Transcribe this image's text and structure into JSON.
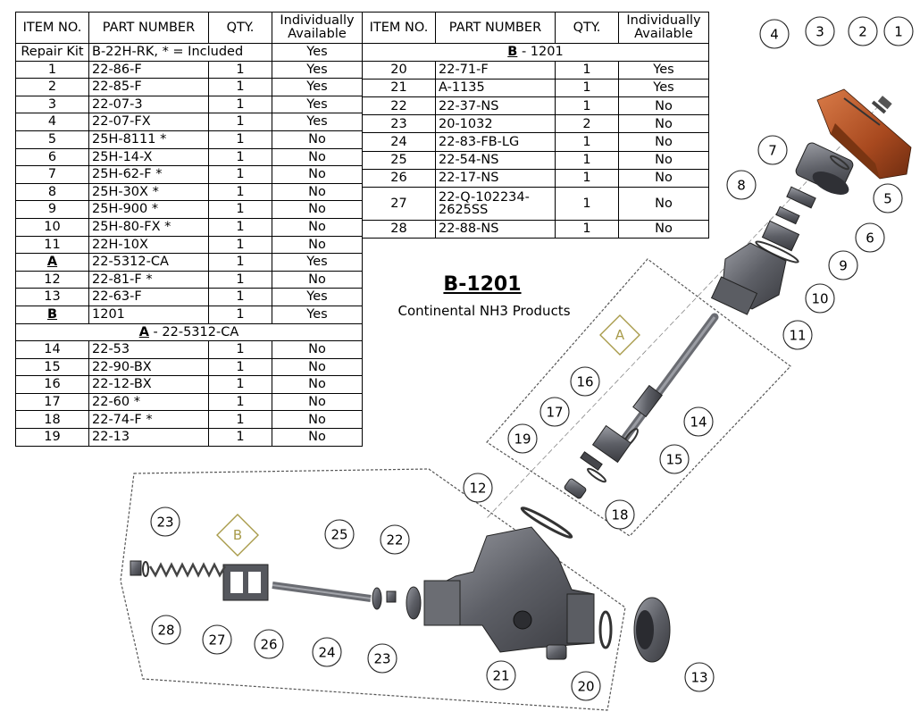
{
  "headers": {
    "item_no": "ITEM NO.",
    "part_number": "PART NUMBER",
    "qty": "QTY.",
    "available": "Individually Available"
  },
  "left_table": {
    "repair_kit": {
      "item": "Repair Kit",
      "part": "B-22H-RK, * = Included",
      "avail": "Yes"
    },
    "rows": [
      {
        "item": "1",
        "part": "22-86-F",
        "qty": "1",
        "avail": "Yes"
      },
      {
        "item": "2",
        "part": "22-85-F",
        "qty": "1",
        "avail": "Yes"
      },
      {
        "item": "3",
        "part": "22-07-3",
        "qty": "1",
        "avail": "Yes"
      },
      {
        "item": "4",
        "part": "22-07-FX",
        "qty": "1",
        "avail": "Yes"
      },
      {
        "item": "5",
        "part": "25H-8111 *",
        "qty": "1",
        "avail": "No"
      },
      {
        "item": "6",
        "part": "25H-14-X",
        "qty": "1",
        "avail": "No"
      },
      {
        "item": "7",
        "part": "25H-62-F *",
        "qty": "1",
        "avail": "No"
      },
      {
        "item": "8",
        "part": "25H-30X *",
        "qty": "1",
        "avail": "No"
      },
      {
        "item": "9",
        "part": "25H-900 *",
        "qty": "1",
        "avail": "No"
      },
      {
        "item": "10",
        "part": "25H-80-FX *",
        "qty": "1",
        "avail": "No"
      },
      {
        "item": "11",
        "part": "22H-10X",
        "qty": "1",
        "avail": "No"
      },
      {
        "item": "A",
        "part": "22-5312-CA",
        "qty": "1",
        "avail": "Yes",
        "bold": true
      },
      {
        "item": "12",
        "part": "22-81-F *",
        "qty": "1",
        "avail": "No"
      },
      {
        "item": "13",
        "part": "22-63-F",
        "qty": "1",
        "avail": "Yes"
      },
      {
        "item": "B",
        "part": "1201",
        "qty": "1",
        "avail": "Yes",
        "bold": true
      }
    ],
    "section_a": {
      "letter": "A",
      "rest": " - 22-5312-CA"
    },
    "rows_a": [
      {
        "item": "14",
        "part": "22-53",
        "qty": "1",
        "avail": "No"
      },
      {
        "item": "15",
        "part": "22-90-BX",
        "qty": "1",
        "avail": "No"
      },
      {
        "item": "16",
        "part": "22-12-BX",
        "qty": "1",
        "avail": "No"
      },
      {
        "item": "17",
        "part": "22-60 *",
        "qty": "1",
        "avail": "No"
      },
      {
        "item": "18",
        "part": "22-74-F *",
        "qty": "1",
        "avail": "No"
      },
      {
        "item": "19",
        "part": "22-13",
        "qty": "1",
        "avail": "No"
      }
    ]
  },
  "right_table": {
    "section_b": {
      "letter": "B",
      "rest": " - 1201"
    },
    "rows": [
      {
        "item": "20",
        "part": "22-71-F",
        "qty": "1",
        "avail": "Yes"
      },
      {
        "item": "21",
        "part": "A-1135",
        "qty": "1",
        "avail": "Yes"
      },
      {
        "item": "22",
        "part": "22-37-NS",
        "qty": "1",
        "avail": "No"
      },
      {
        "item": "23",
        "part": "20-1032",
        "qty": "2",
        "avail": "No"
      },
      {
        "item": "24",
        "part": "22-83-FB-LG",
        "qty": "1",
        "avail": "No"
      },
      {
        "item": "25",
        "part": "22-54-NS",
        "qty": "1",
        "avail": "No"
      },
      {
        "item": "26",
        "part": "22-17-NS",
        "qty": "1",
        "avail": "No"
      },
      {
        "item": "27",
        "part": "22-Q-102234-2625SS",
        "qty": "1",
        "avail": "No",
        "tall": true
      },
      {
        "item": "28",
        "part": "22-88-NS",
        "qty": "1",
        "avail": "No"
      }
    ]
  },
  "title": {
    "main": "B-1201",
    "sub": "Continental NH3 Products"
  },
  "diagram": {
    "diamond_a": "A",
    "diamond_b": "B",
    "callouts": [
      "1",
      "2",
      "3",
      "4",
      "5",
      "6",
      "7",
      "8",
      "9",
      "10",
      "11",
      "12",
      "13",
      "14",
      "15",
      "16",
      "17",
      "18",
      "19",
      "20",
      "21",
      "22",
      "23",
      "24",
      "25",
      "26",
      "27",
      "28",
      "23"
    ],
    "colors": {
      "cap": "#b85a2c",
      "metal": "#6e7077",
      "diamond": "#a89b4a"
    }
  }
}
